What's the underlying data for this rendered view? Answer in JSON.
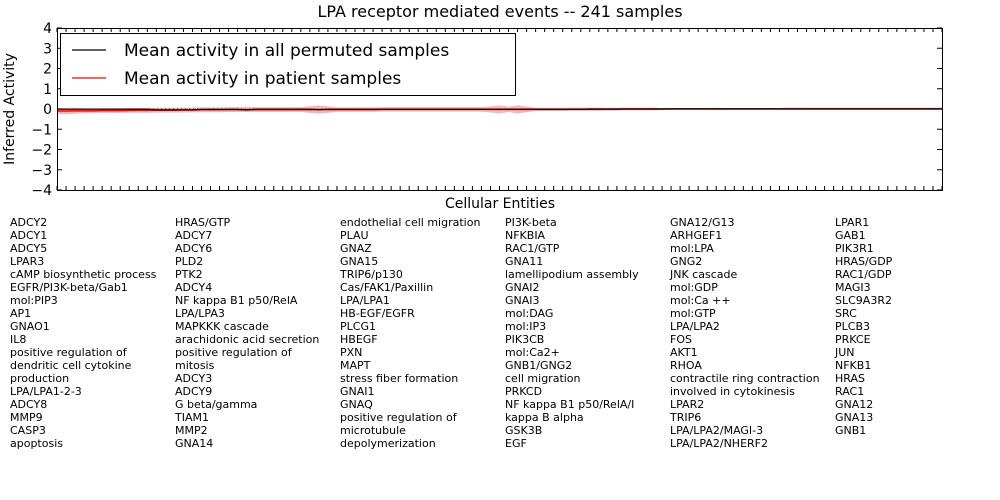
{
  "chart_data": {
    "type": "line",
    "title": "LPA receptor mediated events -- 241 samples",
    "xlabel": "Cellular Entities",
    "ylabel": "Inferred Activity",
    "ylim": [
      -4,
      4
    ],
    "yticks": [
      "−4",
      "−3",
      "−2",
      "−1",
      "0",
      "1",
      "2",
      "3",
      "4"
    ],
    "legend_position": "top-left",
    "categories": [
      "ADCY2",
      "ADCY1",
      "ADCY5",
      "LPAR3",
      "cAMP biosynthetic process",
      "EGFR/PI3K-beta/Gab1",
      "mol:PIP3",
      "AP1",
      "GNAO1",
      "IL8",
      "positive regulation of dendritic cell cytokine production",
      "LPA/LPA1-2-3",
      "ADCY8",
      "MMP9",
      "CASP3",
      "apoptosis",
      "HRAS/GTP",
      "ADCY7",
      "ADCY6",
      "PLD2",
      "PTK2",
      "ADCY4",
      "NF kappa B1 p50/RelA",
      "LPA/LPA3",
      "MAPKKK cascade",
      "arachidonic acid secretion",
      "positive regulation of mitosis",
      "ADCY3",
      "ADCY9",
      "G beta/gamma",
      "TIAM1",
      "MMP2",
      "GNA14",
      "endothelial cell migration",
      "PLAU",
      "GNAZ",
      "GNA15",
      "TRIP6/p130 Cas/FAK1/Paxillin",
      "LPA/LPA1",
      "HB-EGF/EGFR",
      "PLCG1",
      "HBEGF",
      "PXN",
      "MAPT",
      "stress fiber formation",
      "GNAI1",
      "GNAQ",
      "positive regulation of microtubule depolymerization",
      "PI3K-beta",
      "NFKBIA",
      "RAC1/GTP",
      "GNA11",
      "lamellipodium assembly",
      "GNAI2",
      "GNAI3",
      "mol:DAG",
      "mol:IP3",
      "PIK3CB",
      "mol:Ca2+",
      "GNB1/GNG2",
      "cell migration",
      "PRKCD",
      "NF kappa B1 p50/RelA/I kappa B alpha",
      "GSK3B",
      "EGF",
      "GNA12/G13",
      "ARHGEF1",
      "mol:LPA",
      "GNG2",
      "JNK cascade",
      "mol:GDP",
      "mol:Ca ++",
      "mol:GTP",
      "LPA/LPA2",
      "FOS",
      "AKT1",
      "RHOA",
      "contractile ring contraction involved in cytokinesis",
      "LPAR2",
      "TRIP6",
      "LPA/LPA2/MAGI-3",
      "LPA/LPA2/NHERF2",
      "LPAR1",
      "GAB1",
      "PIK3R1",
      "HRAS/GDP",
      "RAC1/GDP",
      "MAGI3",
      "SLC9A3R2",
      "SRC",
      "PLCB3",
      "PRKCE",
      "JUN",
      "NFKB1",
      "HRAS",
      "RAC1",
      "GNA12",
      "GNA13",
      "GNB1"
    ],
    "series": [
      {
        "name": "Mean activity in all permuted samples",
        "color": "#000000",
        "band_color": "#cccccc",
        "values": [
          -0.01,
          -0.01,
          -0.01,
          -0.01,
          -0.01,
          -0.01,
          -0.01,
          -0.01,
          -0.01,
          -0.01,
          -0.01,
          -0.04,
          -0.04,
          -0.04,
          -0.04,
          -0.04,
          -0.02,
          -0.02,
          -0.02,
          -0.02,
          -0.02,
          -0.05,
          -0.01,
          -0.01,
          -0.01,
          -0.01,
          -0.01,
          -0.01,
          -0.01,
          -0.03,
          -0.01,
          -0.01,
          -0.01,
          -0.01,
          -0.01,
          -0.01,
          -0.01,
          -0.01,
          -0.01,
          -0.01,
          -0.01,
          -0.01,
          -0.01,
          -0.01,
          -0.01,
          -0.01,
          -0.01,
          -0.01,
          -0.01,
          -0.01,
          -0.01,
          -0.01,
          -0.01,
          -0.01,
          -0.01,
          -0.01,
          -0.01,
          -0.01,
          -0.01,
          0,
          0,
          0,
          0,
          0,
          0,
          0,
          0,
          0,
          0,
          0,
          0,
          0,
          0,
          0,
          0,
          0,
          0,
          0,
          0,
          0,
          0,
          0,
          0,
          0,
          0,
          0,
          0,
          0,
          0,
          0,
          0,
          0,
          0,
          0,
          0,
          0,
          0,
          0,
          0
        ],
        "spread": 0.05
      },
      {
        "name": "Mean activity in patient samples",
        "color": "#ff0000",
        "band_color": "#f4a0a0",
        "values": [
          -0.1,
          -0.1,
          -0.09,
          -0.09,
          -0.09,
          -0.08,
          -0.08,
          -0.08,
          -0.07,
          -0.07,
          -0.07,
          -0.06,
          -0.06,
          -0.06,
          -0.05,
          -0.05,
          -0.04,
          -0.04,
          -0.04,
          -0.03,
          -0.03,
          -0.03,
          -0.03,
          -0.03,
          -0.03,
          -0.03,
          -0.03,
          -0.03,
          -0.03,
          -0.03,
          -0.03,
          -0.03,
          -0.03,
          -0.03,
          -0.03,
          -0.03,
          -0.02,
          -0.02,
          -0.02,
          -0.02,
          -0.02,
          -0.02,
          -0.02,
          -0.02,
          -0.02,
          -0.02,
          -0.02,
          -0.02,
          -0.02,
          -0.02,
          -0.02,
          -0.02,
          -0.02,
          -0.02,
          -0.02,
          -0.02,
          -0.02,
          -0.01,
          -0.01,
          -0.01,
          -0.01,
          -0.01,
          -0.01,
          0,
          0,
          0,
          0,
          0,
          0.01,
          0.01,
          0.01,
          0.01,
          0.01,
          0.01,
          0.01,
          0.01,
          0.01,
          0.01,
          0.01,
          0.01,
          0.01,
          0.02,
          0.02,
          0.02,
          0.02,
          0.02,
          0.02,
          0.02,
          0.02,
          0.02,
          0.02,
          0.02,
          0.02,
          0.02,
          0.02,
          0.02,
          0.02,
          0.02,
          0.02
        ],
        "spread": [
          0.15,
          0.15,
          0.15,
          0.12,
          0.12,
          0.12,
          0.12,
          0.12,
          0.12,
          0.12,
          0.12,
          0.12,
          0.12,
          0.12,
          0.12,
          0.12,
          0.12,
          0.12,
          0.12,
          0.12,
          0.12,
          0.12,
          0.12,
          0.12,
          0.12,
          0.12,
          0.12,
          0.12,
          0.16,
          0.2,
          0.16,
          0.11,
          0.11,
          0.11,
          0.11,
          0.11,
          0.11,
          0.11,
          0.11,
          0.11,
          0.11,
          0.11,
          0.11,
          0.11,
          0.11,
          0.11,
          0.11,
          0.11,
          0.15,
          0.2,
          0.13,
          0.2,
          0.14,
          0.08,
          0.08,
          0.08,
          0.08,
          0.08,
          0.08,
          0.08,
          0.08,
          0.07,
          0.07,
          0.07,
          0.07,
          0.07,
          0.07,
          0.04,
          0.02,
          0.02,
          0.02,
          0.02,
          0.04,
          0.05,
          0.04,
          0.02,
          0.02,
          0.02,
          0.02,
          0.02,
          0.02,
          0.02,
          0.02,
          0.02,
          0.03,
          0.03,
          0.03,
          0.03,
          0.03,
          0.02,
          0.02,
          0.02,
          0.02,
          0.02,
          0.02,
          0.02,
          0.02,
          0.02,
          0.02
        ]
      }
    ]
  }
}
